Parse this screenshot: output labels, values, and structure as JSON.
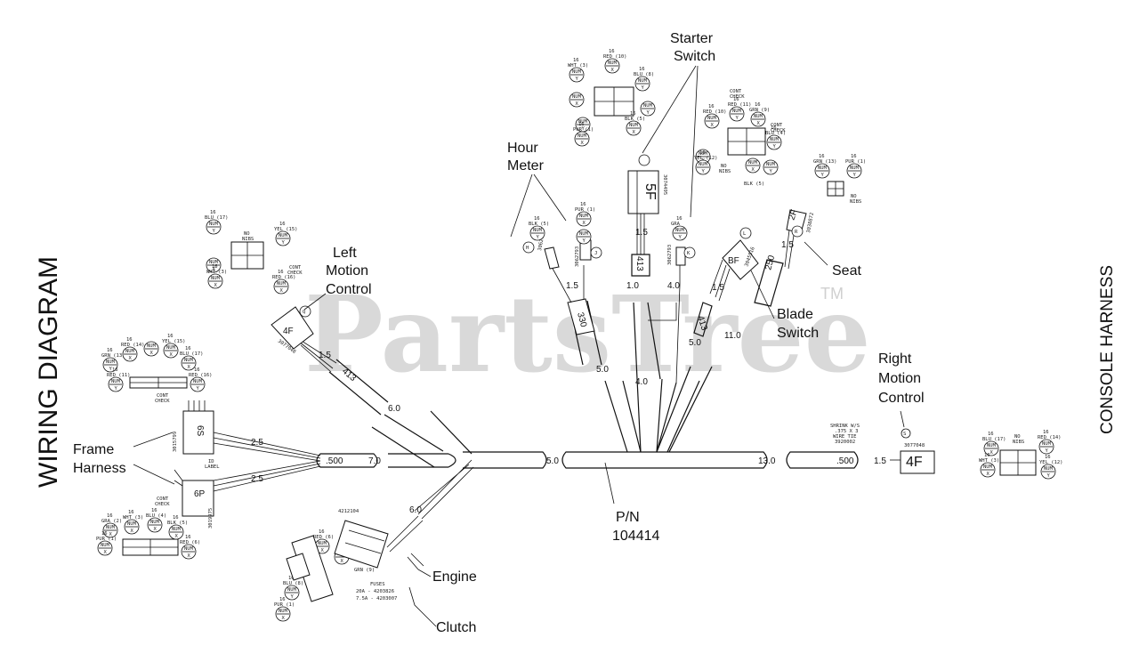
{
  "title_vertical": "WIRING DIAGRAM",
  "side_label": "CONSOLE HARNESS",
  "watermark": "PartsTree",
  "trademark": "TM",
  "part_number": {
    "label": "P/N",
    "value": "104414"
  },
  "callouts": {
    "starter_switch": [
      "Starter",
      "Switch"
    ],
    "hour_meter": [
      "Hour",
      "Meter"
    ],
    "left_motion": [
      "Left",
      "Motion",
      "Control"
    ],
    "seat": "Seat",
    "blade_switch": [
      "Blade",
      "Switch"
    ],
    "right_motion": [
      "Right",
      "Motion",
      "Control"
    ],
    "frame_harness": [
      "Frame",
      "Harness"
    ],
    "engine": "Engine",
    "clutch": "Clutch"
  },
  "lengths": {
    "main_left": "7.0",
    "main_mid": "5.0",
    "main_right": "13.0",
    "branch_left_6": "6.0",
    "frame_top": "2.5",
    "frame_bot": "2.5",
    "engine_6": "6.0",
    "lmc_15": "1.5",
    "hour_15": "1.5",
    "start_10": "1.0",
    "start_15": "1.5",
    "k_40": "4.0",
    "blade_15": "1.5",
    "seat_15": "1.5",
    "seat_110": "11.0",
    "blade_50": "5.0",
    "trunk_50": "5.0",
    "trunk_40": "4.0",
    "rmc_15": "1.5"
  },
  "markers": {
    "m500_left": ".500",
    "m500_right": ".500",
    "m413_lmc": "413",
    "m413_start": "413",
    "m413_blade": "413",
    "m330": "330",
    "m250": "250"
  },
  "connectors": {
    "lmc": "4F",
    "lmc_pn": "3077048",
    "rmc": "4F",
    "rmc_pn": "3077048",
    "start": "5F",
    "start_pn": "3074495",
    "hour_pn": "3062793",
    "h_pn": "3062793",
    "k_pn": "3062793",
    "blade": "BF",
    "blade_pn": "3045516",
    "seat": "2F",
    "seat_pn": "3038872",
    "frame6s": "6S",
    "frame6s_pn": "3015799",
    "frame6p": "6P",
    "frame6p_pn": "3019975",
    "fuse_block_pn": "4212104"
  },
  "letters": {
    "H": "H",
    "J": "J",
    "K": "K",
    "L": "L",
    "Q": "Q",
    "R": "R",
    "S": "S",
    "top": ""
  },
  "notes": {
    "shrink": [
      "SHRINK W/S",
      ".375 X 3",
      "WIRE TIE",
      "3920002"
    ],
    "fuses": [
      "FUSES",
      "20A  -  4203826",
      "7.5A  -  4203007"
    ],
    "id_label": [
      "ID",
      "LABEL"
    ],
    "cont_check": [
      "CONT",
      "CHECK"
    ],
    "no_nibs": [
      "NO",
      "NIBS"
    ]
  },
  "pin_text": {
    "num": "NUM",
    "x": "X",
    "y": "Y",
    "gauge": "16"
  },
  "wires": {
    "lmc": [
      "BLU (17)",
      "YEL (15)",
      "WHT (3)",
      "RED (16)"
    ],
    "starter": [
      "WHT (3)",
      "RED (10)",
      "BLU (8)",
      "BLK (5)",
      "PUR (1)"
    ],
    "hour": [
      "BLK (5)",
      "PUR (1)"
    ],
    "k": [
      "GRA"
    ],
    "right_top": [
      "RED (10)",
      "RED (11)",
      "GRN (9)",
      "BLU (4)",
      "YEL (12)",
      "BLK (5)"
    ],
    "seat_conn": [
      "GRN (13)",
      "PUR (1)"
    ],
    "frame_top": [
      "GRN (13)",
      "RED (14)",
      "YEL (15)",
      "BLU (17)",
      "RED (11)",
      "RED (16)"
    ],
    "frame_bot": [
      "GRA (2)",
      "WHT (3)",
      "BLU (4)",
      "BLK (5)",
      "PUR (1)",
      "RED (6)"
    ],
    "rmc": [
      "BLU (17)",
      "RED (14)",
      "WHT (3)",
      "YEL (12)"
    ],
    "fuse": [
      "RED (6)",
      "BLU (8)",
      "PUR (1)",
      "GRN (9)"
    ]
  }
}
